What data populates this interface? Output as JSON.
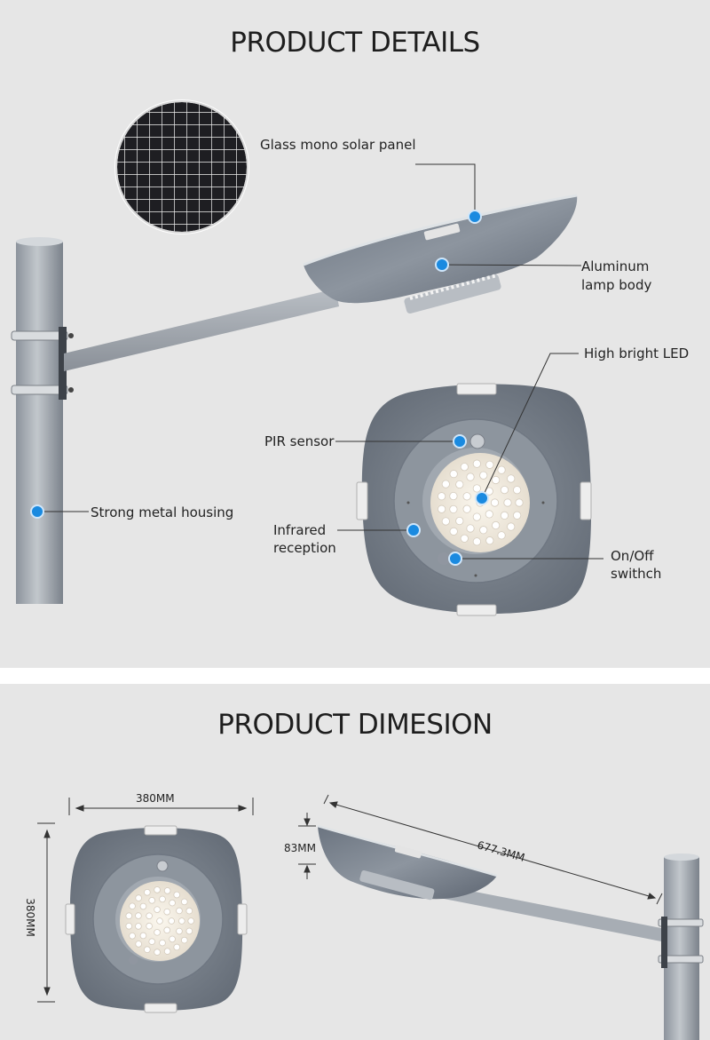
{
  "details": {
    "title": "PRODUCT DETAILS",
    "labels": {
      "solar_panel": "Glass mono solar panel",
      "lamp_body_line1": "Aluminum",
      "lamp_body_line2": "lamp body",
      "led": "High bright LED",
      "pir": "PIR sensor",
      "housing": "Strong metal housing",
      "infrared_line1": "Infrared",
      "infrared_line2": "reception",
      "switch_line1": "On/Off",
      "switch_line2": "swithch"
    },
    "colors": {
      "marker": "#1a8ae0",
      "background": "#e6e6e6",
      "metal": "#7d8591"
    }
  },
  "dimension": {
    "title": "PRODUCT DIMESION",
    "width": "380MM",
    "height": "380MM",
    "thickness": "83MM",
    "arm_length": "677.3MM"
  }
}
